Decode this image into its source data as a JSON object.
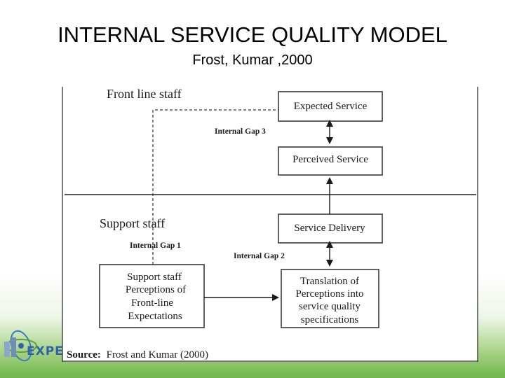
{
  "slide": {
    "title": "INTERNAL SERVICE QUALITY MODEL",
    "subtitle": "Frost, Kumar ,2000"
  },
  "logo": {
    "text": "EXPE"
  },
  "diagram": {
    "sections": {
      "front": "Front line staff",
      "support": "Support staff"
    },
    "boxes": {
      "expected": [
        "Expected Service"
      ],
      "perceived": [
        "Perceived Service"
      ],
      "delivery": [
        "Service Delivery"
      ],
      "support_perceptions": [
        "Support staff",
        "Perceptions of",
        "Front-line",
        "Expectations"
      ],
      "translation": [
        "Translation of",
        "Perceptions into",
        "service quality",
        "specifications"
      ]
    },
    "gaps": {
      "gap1": "Internal Gap 1",
      "gap2": "Internal Gap 2",
      "gap3": "Internal Gap 3"
    },
    "source": {
      "label": "Source:",
      "text": "Frost and Kumar (2000)"
    }
  }
}
